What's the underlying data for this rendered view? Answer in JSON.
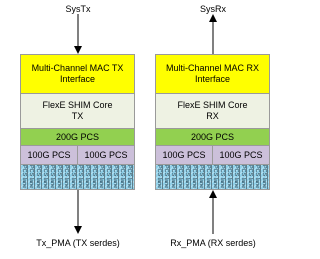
{
  "tx": {
    "top_label": "SysTx",
    "mac": "Multi-Channel MAC TX Interface",
    "shim": "FlexE SHIM Core TX",
    "pcs200": "200G PCS",
    "pcs100": [
      "100G PCS",
      "100G PCS"
    ],
    "lane_label": "PCS lane",
    "lane_count": 20,
    "bottom_label": "Tx_PMA (TX serdes)"
  },
  "rx": {
    "top_label": "SysRx",
    "mac": "Multi-Channel MAC RX Interface",
    "shim": "FlexE SHIM Core RX",
    "pcs200": "200G PCS",
    "pcs100": [
      "100G PCS",
      "100G PCS"
    ],
    "lane_label": "PCS lane",
    "lane_count": 20,
    "bottom_label": "Rx_PMA (RX serdes)"
  },
  "colors": {
    "mac": "#ffff00",
    "shim": "#eef2e3",
    "pcs200": "#92d050",
    "pcs100": "#ccc0da",
    "lanes": "#8ecfe8"
  }
}
